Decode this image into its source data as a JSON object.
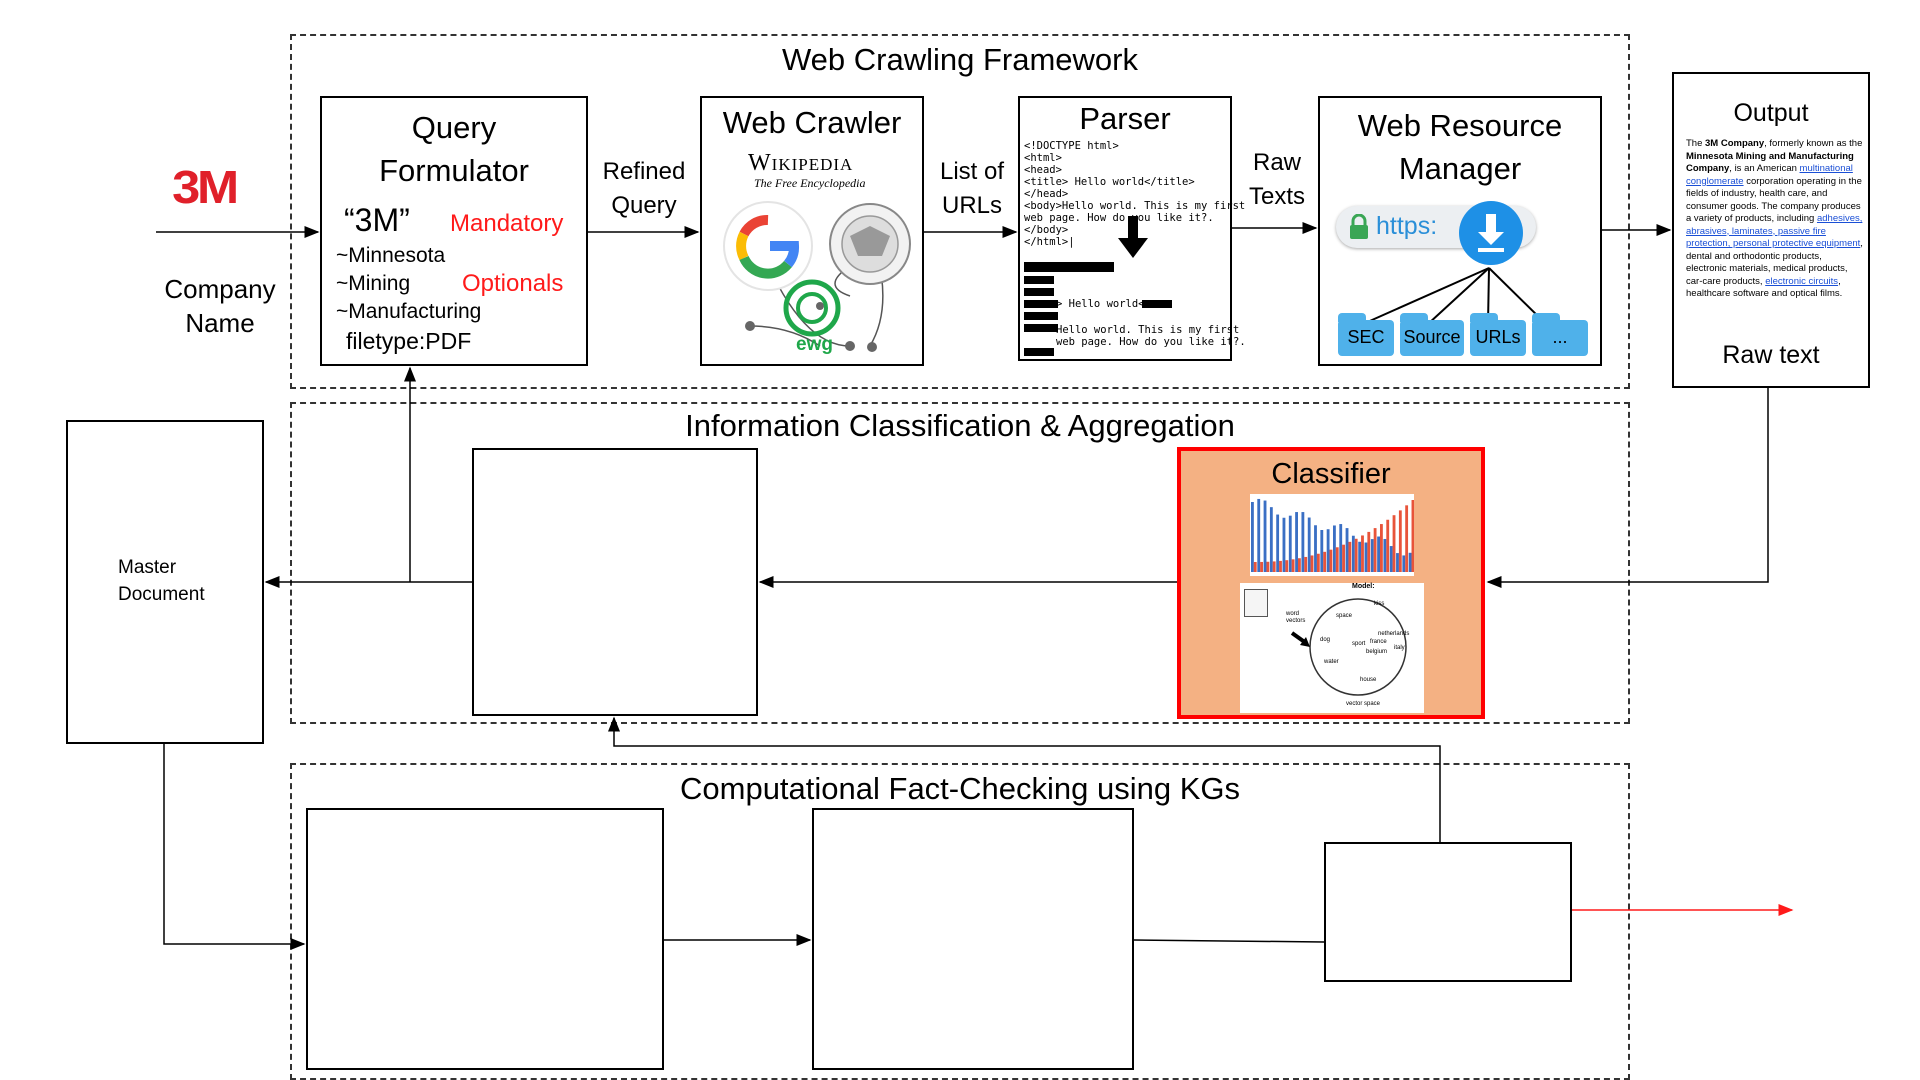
{
  "frames": {
    "crawl": "Web Crawling Framework",
    "classify": "Information Classification & Aggregation",
    "factcheck": "Computational Fact-Checking using KGs"
  },
  "logo_3m": "3M",
  "company_name": "Company\nName",
  "query": {
    "title": "Query\nFormulator",
    "term": "“3M”",
    "mandatory": "Mandatory",
    "opt1": "~Minnesota",
    "opt2": "~Mining",
    "optionals": "Optionals",
    "opt3": "~Manufacturing",
    "filetype": "filetype:PDF"
  },
  "refined_query": "Refined\nQuery",
  "crawler": {
    "title": "Web Crawler",
    "wiki": "Wikipedia",
    "wiki_sub": "The Free Encyclopedia",
    "g_letter": "G",
    "ewg": "ewg"
  },
  "list_urls": "List of\nURLs",
  "parser": {
    "title": "Parser",
    "code_top": "<!DOCTYPE html>\n<html>\n<head>\n<title> Hello world</title>\n</head>\n<body>Hello world. This is my first\nweb page. How do you like it?.\n</body>\n</html>|",
    "code_bottom_1": "> Hello world<",
    "code_bottom_2": "Hello world. This is my first\nweb page. How do you like it?."
  },
  "raw_texts": "Raw\nTexts",
  "resource": {
    "title": "Web Resource\nManager",
    "url": "https:",
    "folders": [
      "SEC",
      "Source",
      "URLs",
      "..."
    ]
  },
  "output": {
    "title": "Output",
    "footer": "Raw text",
    "p1": "The ",
    "p1b": "3M Company",
    "p2": ", formerly known as the ",
    "p2b": "Minnesota Mining and Manufacturing Company",
    "p3": ", is an American ",
    "l1": "multinational conglomerate",
    "p4": " corporation operating in the fields of industry, health care, and consumer goods.",
    "p5": " The company produces a variety of products, including ",
    "l2": "adhesives, abrasives, laminates, passive fire protection, personal protective equipment",
    "p6": ", dental and orthodontic products, electronic materials, medical products, car-care products,",
    "l3": "electronic circuits",
    "p7": ", healthcare software and optical films."
  },
  "master_document": "Master\nDocument",
  "classifier": {
    "title": "Classifier",
    "model_label": "Model:",
    "words": [
      "space",
      "kiss",
      "word\nvectors",
      "netherlands",
      "france",
      "dog",
      "sport",
      "italy",
      "belgium",
      "water",
      "house",
      "vector space"
    ]
  },
  "colors": {
    "red_accent": "#ff1a1a",
    "classifier_fill": "#f4b183",
    "classifier_border": "#ff0000",
    "logo_red": "#e0202a",
    "folder_blue": "#4fb1ea",
    "download_blue": "#1e90e6"
  }
}
